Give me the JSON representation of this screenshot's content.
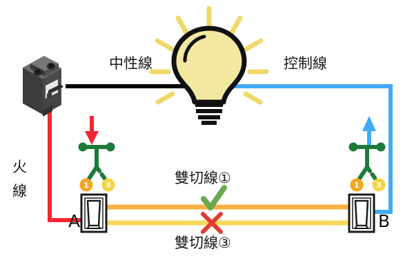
{
  "diagram": {
    "title": "three-way-switch-wiring-diagram",
    "labels": {
      "neutral_line": "中性線",
      "control_line": "控制線",
      "live_line_char1": "火",
      "live_line_char2": "線",
      "traveler_1": "雙切線①",
      "traveler_3": "雙切線③",
      "switch_a": "A",
      "switch_b": "B"
    },
    "terminals": {
      "a_one": "1",
      "a_three": "3",
      "b_one": "1",
      "b_three": "3"
    },
    "marks": {
      "check": "correct-connection",
      "cross": "incorrect-connection"
    },
    "colors": {
      "live_wire": "#F42534",
      "neutral_wire": "#000000",
      "control_wire": "#42AAF5",
      "traveler_one": "#FBB040",
      "traveler_three": "#FBD85D",
      "switch_symbol": "#1F7A3A",
      "terminal_one_badge": "#F5A623",
      "terminal_three_badge": "#F5D547",
      "check_mark": "#6AA84F",
      "cross_mark": "#E03C31",
      "bulb_body": "#F2E8A0",
      "bulb_outline": "#111111",
      "bulb_ray": "#EFD96B",
      "breaker_dark": "#3C3C3C",
      "breaker_mid": "#565656",
      "breaker_light": "#6E6E6E"
    }
  }
}
